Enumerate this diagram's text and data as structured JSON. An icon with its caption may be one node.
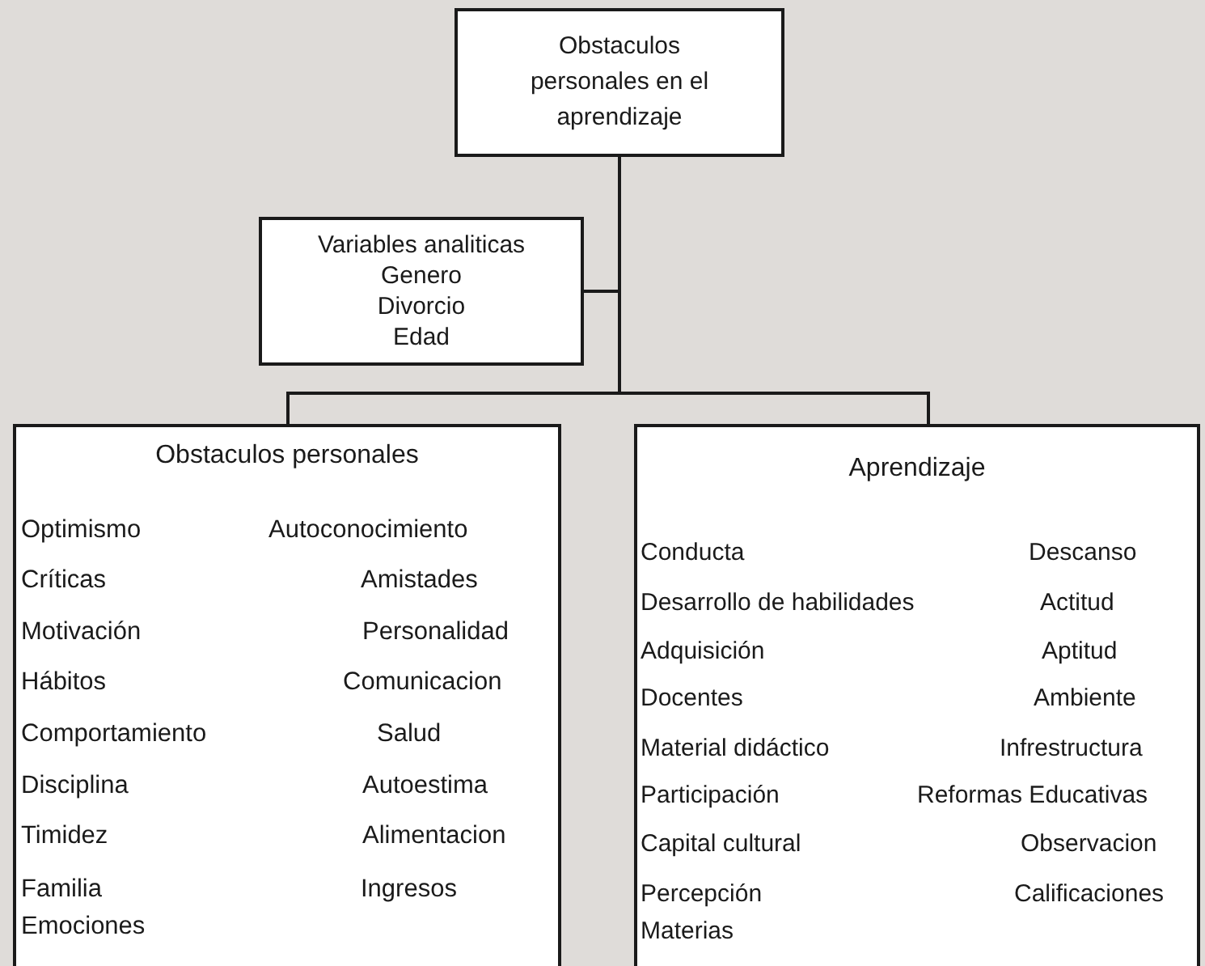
{
  "diagram": {
    "nodes": [
      {
        "text": [
          "Obstaculos personales en el aprendizaje"
        ]
      },
      {
        "text": [
          "Variables analiticas",
          "Genero",
          "Divorcio",
          "Edad"
        ]
      },
      {
        "text": [
          "Obstaculos personales",
          "Optimismo",
          "Autoconocimiento",
          "Críticas",
          "Amistades",
          "Motivación",
          "Personalidad",
          "Hábitos",
          "Comunicacion",
          "Comportamiento",
          "Salud",
          "Disciplina",
          "Autoestima",
          "Timidez",
          "Alimentacion",
          "Familia",
          "Ingresos",
          "Emociones"
        ]
      },
      {
        "text": [
          "Aprendizaje",
          "Conducta",
          "Descanso",
          "Desarrollo de habilidades",
          "Actitud",
          "Adquisición",
          "Aptitud",
          "Docentes",
          "Ambiente",
          "Material didáctico",
          "Infrestructura",
          "Participación",
          "Reformas Educativas",
          "Capital cultural",
          "Observacion",
          "Percepción",
          "Calificaciones",
          "Materias"
        ]
      }
    ],
    "edges": [
      {
        "from": 0,
        "to": 1,
        "arrow": "none"
      },
      {
        "from": 0,
        "to": 2,
        "arrow": "none"
      },
      {
        "from": 0,
        "to": 3,
        "arrow": "none"
      }
    ]
  }
}
